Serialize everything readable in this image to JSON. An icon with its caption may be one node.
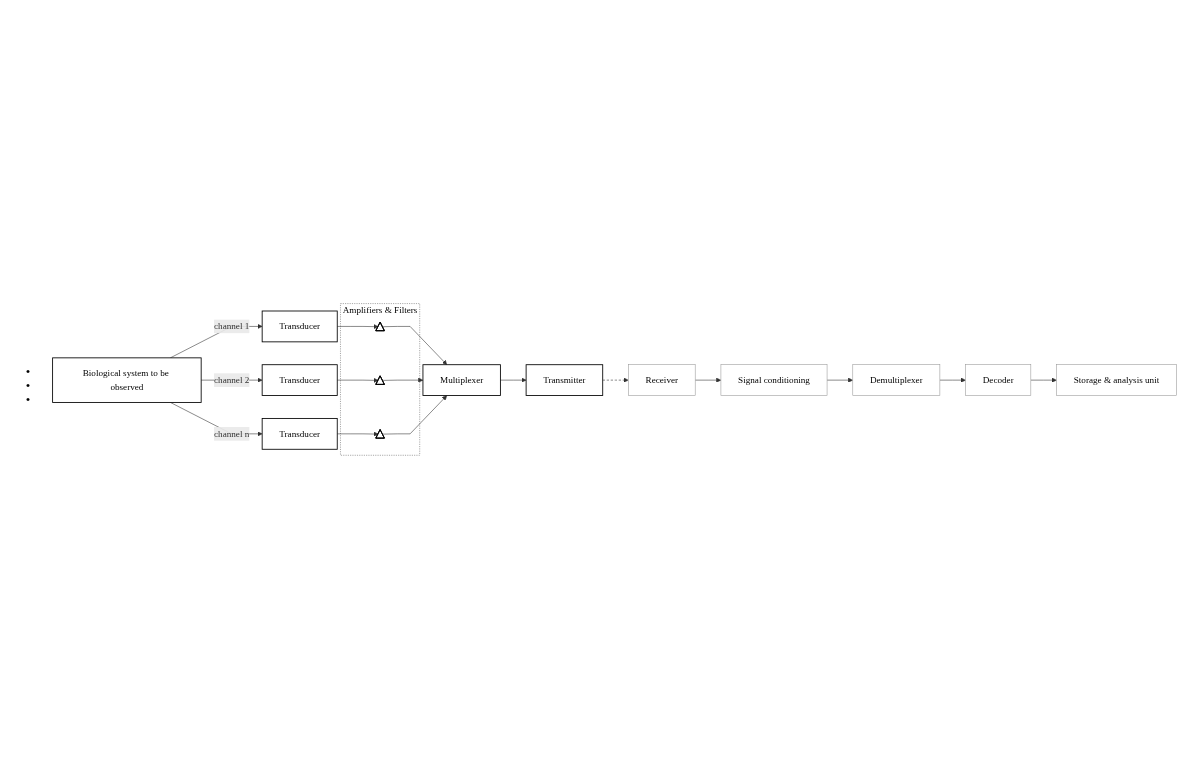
{
  "diagram": {
    "nodes": [
      {
        "text": [
          "Biological system to be observed"
        ]
      },
      {
        "text": [
          "Transducer"
        ]
      },
      {
        "text": [
          "Transducer"
        ]
      },
      {
        "text": [
          "Transducer"
        ]
      },
      {
        "text": [
          "Amplifiers & Filters"
        ]
      },
      {
        "text": [],
        "shape": "triangle",
        "in": 4
      },
      {
        "text": [],
        "shape": "triangle",
        "in": 4
      },
      {
        "text": [],
        "shape": "triangle",
        "in": 4
      },
      {
        "text": [
          "Multiplexer"
        ]
      },
      {
        "text": [
          "Transmitter"
        ]
      },
      {
        "text": [
          "Receiver"
        ]
      },
      {
        "text": [
          "Signal conditioning"
        ]
      },
      {
        "text": [
          "Demultiplexer"
        ]
      },
      {
        "text": [
          "Decoder"
        ]
      },
      {
        "text": [
          "Storage & analysis unit"
        ]
      }
    ],
    "edges": [
      {
        "from": 0,
        "to": 1,
        "arrow": "to",
        "label": "channel 1"
      },
      {
        "from": 0,
        "to": 2,
        "arrow": "to",
        "label": "channel 2"
      },
      {
        "from": 0,
        "to": 3,
        "arrow": "to",
        "label": "channel n"
      },
      {
        "from": 1,
        "to": 5,
        "arrow": "to"
      },
      {
        "from": 2,
        "to": 6,
        "arrow": "to"
      },
      {
        "from": 3,
        "to": 7,
        "arrow": "to"
      },
      {
        "from": 5,
        "to": 8,
        "arrow": "to"
      },
      {
        "from": 6,
        "to": 8,
        "arrow": "to"
      },
      {
        "from": 7,
        "to": 8,
        "arrow": "to"
      },
      {
        "from": 8,
        "to": 9,
        "arrow": "to"
      },
      {
        "from": 9,
        "to": 10,
        "arrow": "to",
        "style": "dashed"
      },
      {
        "from": 10,
        "to": 11,
        "arrow": "to"
      },
      {
        "from": 11,
        "to": 12,
        "arrow": "to"
      },
      {
        "from": 12,
        "to": 13,
        "arrow": "to"
      },
      {
        "from": 13,
        "to": 14,
        "arrow": "to"
      }
    ],
    "labels": [
      ".",
      ".",
      "."
    ]
  }
}
